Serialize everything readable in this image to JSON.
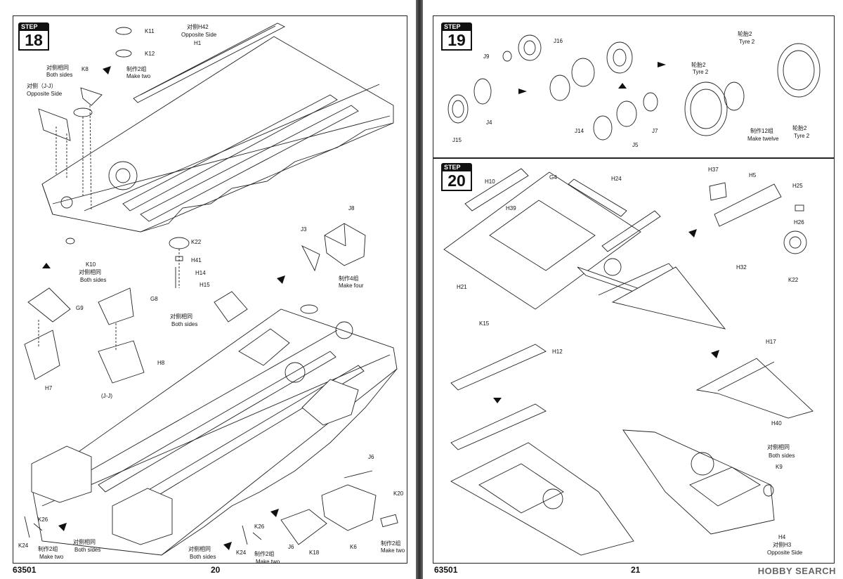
{
  "left_page": {
    "step": {
      "label": "STEP",
      "number": "18"
    },
    "labels": {
      "k11": "K11",
      "k12": "K12",
      "make_two_top_cn": "制作2组",
      "make_two_top_en": "Make two",
      "opp_h42_cn": "对侧H42",
      "opp_h42_en": "Opposite Side",
      "h1": "H1",
      "both_cn": "对侧相同",
      "both_en": "Both sides",
      "k8": "K8",
      "opp_jj_cn": "对侧（J-J）",
      "opp_jj_en": "Opposite Side",
      "j8": "J8",
      "j3": "J3",
      "make_four_cn": "制作4组",
      "make_four_en": "Make four",
      "k22": "K22",
      "h41": "H41",
      "h14": "H14",
      "h15": "H15",
      "k10": "K10",
      "k10_both_cn": "对侧相同",
      "k10_both_en": "Both sides",
      "g9": "G9",
      "g8": "G8",
      "h7": "H7",
      "h8": "H8",
      "jj": "(J-J)",
      "mid_both_cn": "对侧相同",
      "mid_both_en": "Both sides",
      "j6_top": "J6",
      "k20": "K20",
      "j6": "J6",
      "k18": "K18",
      "k6": "K6",
      "k6_make_cn": "制作2组",
      "k6_make_en": "Make two",
      "k26_l": "K26",
      "k24_l": "K24",
      "l_make_cn": "制作2组",
      "l_make_en": "Make two",
      "l_both_cn": "对侧相同",
      "l_both_en": "Both sides",
      "m_both_cn": "对侧相同",
      "m_both_en": "Both sides",
      "k26_m": "K26",
      "k24_m": "K24",
      "m_make_cn": "制作2组",
      "m_make_en": "Make two"
    },
    "footer": {
      "code": "63501",
      "page": "20"
    }
  },
  "right_page": {
    "step19": {
      "label": "STEP",
      "number": "19"
    },
    "step20": {
      "label": "STEP",
      "number": "20"
    },
    "labels19": {
      "j16": "J16",
      "j9": "J9",
      "j15": "J15",
      "j4": "J4",
      "j14": "J14",
      "j5": "J5",
      "j7": "J7",
      "tyre2a_cn": "轮胎2",
      "tyre2a_en": "Tyre 2",
      "tyre2b_cn": "轮胎2",
      "tyre2b_en": "Tyre 2",
      "make12_cn": "制作12组",
      "make12_en": "Make twelve",
      "tyre2c_cn": "轮胎2",
      "tyre2c_en": "Tyre 2"
    },
    "labels20": {
      "h10": "H10",
      "g4": "G4",
      "h24": "H24",
      "h39": "H39",
      "h21": "H21",
      "h37": "H37",
      "h5": "H5",
      "h25": "H25",
      "h26": "H26",
      "h32": "H32",
      "k22": "K22",
      "k15": "K15",
      "h12": "H12",
      "h17": "H17",
      "h40": "H40",
      "both_cn": "对侧相同",
      "both_en": "Both sides",
      "k9": "K9",
      "h4": "H4",
      "opp_h3_cn": "对侧H3",
      "opp_h3_en": "Opposite Side"
    },
    "footer": {
      "code": "63501",
      "page": "21"
    },
    "watermark": "HOBBY SEARCH"
  }
}
